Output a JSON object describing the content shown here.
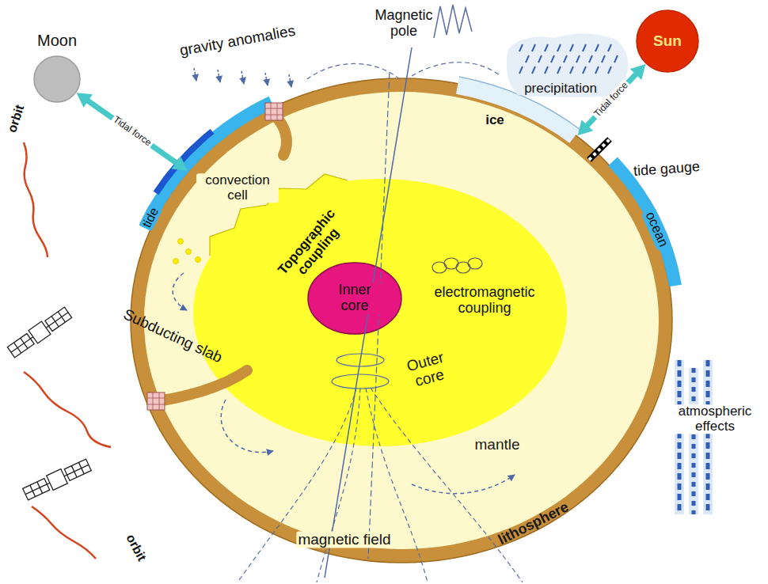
{
  "diagram": {
    "nodes": [
      {
        "text": [
          "Moon"
        ]
      },
      {
        "text": [
          "Sun"
        ]
      },
      {
        "text": [
          "lithosphere"
        ]
      },
      {
        "text": [
          "mantle"
        ],
        "in": 2
      },
      {
        "text": [
          "Outer core"
        ],
        "in": 3
      },
      {
        "text": [
          "Inner core"
        ],
        "in": 4
      }
    ],
    "edges": [
      {
        "from": 0,
        "to": 2,
        "arrow": "both",
        "label": "Tidal force"
      },
      {
        "from": 1,
        "to": 2,
        "arrow": "both",
        "label": "Tidal force"
      }
    ],
    "labels": [
      "gravity anomalies",
      "Magnetic pole",
      "precipitation",
      "ice",
      "tide gauge",
      "ocean",
      "tide",
      "convection cell",
      "Topographic coupling",
      "electromagnetic coupling",
      "Subducting slab",
      "atmospheric effects",
      "magnetic field",
      "orbit",
      "orbit"
    ]
  }
}
